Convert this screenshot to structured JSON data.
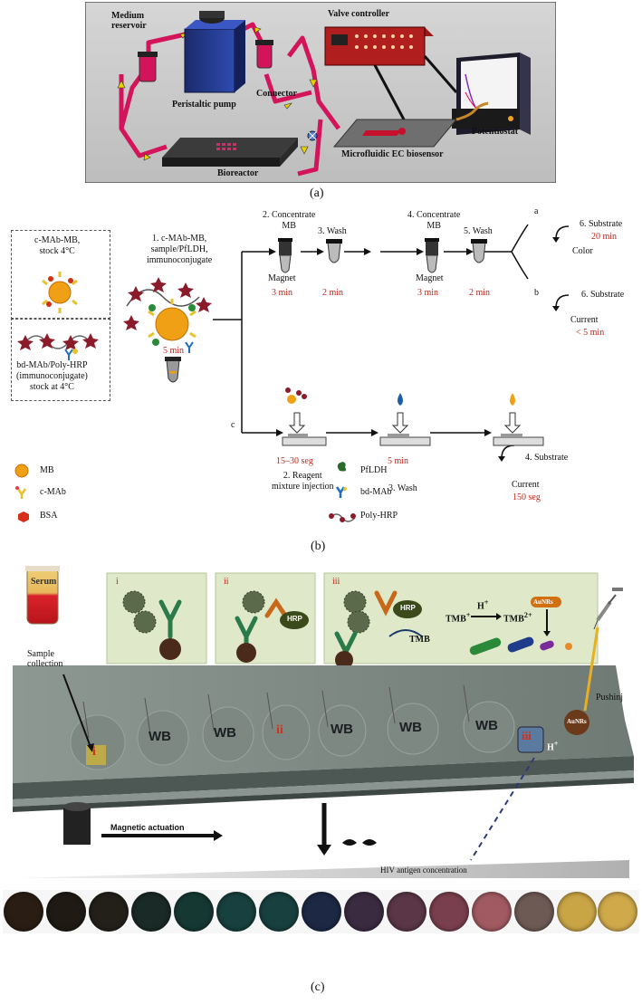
{
  "panel_a": {
    "label": "(a)",
    "medium_reservoir": "Medium\nreservoir",
    "peristaltic_pump": "Peristaltic pump",
    "connector": "Connector",
    "valve_controller": "Valve controller",
    "potentiostat": "Potentiostat",
    "biosensor": "Microfluidic EC biosensor",
    "bioreactor": "Bioreactor"
  },
  "panel_b": {
    "label": "(b)",
    "stock_top": "c-MAb-MB,\nstock 4°C",
    "stock_bottom": "bd-MAb/Poly-HRP\n(immunoconjugate)\nstock at 4°C",
    "step1": "1. c-MAb-MB,\nsample/PfLDH,\nimmunoconjugate",
    "step1_time": "5 min",
    "step2": "2. Concentrate\nMB",
    "step2_time": "3 min",
    "magnet1": "Magnet",
    "step3": "3. Wash",
    "step3_time": "2 min",
    "step4": "4. Concentrate\nMB",
    "step4_time": "3 min",
    "magnet2": "Magnet",
    "step5": "5. Wash",
    "step5_time": "2 min",
    "branch_a": "a",
    "branch_b": "b",
    "branch_c": "c",
    "step6a": "6. Substrate",
    "step6a_time": "20 min",
    "color": "Color",
    "step6b": "6. Substrate",
    "current_b": "Current",
    "current_b_time": "< 5 min",
    "c_step2_time": "15–30 seg",
    "c_step2": "2. Reagent\nmixture injection",
    "c_step3_time": "5 min",
    "c_step3": "3. Wash",
    "c_step4": "4. Substrate",
    "c_current": "Current",
    "c_current_time": "150 seg",
    "legend": [
      {
        "name": "MB",
        "icon": "mb-icon"
      },
      {
        "name": "c-MAb",
        "icon": "c-mab-icon"
      },
      {
        "name": "BSA",
        "icon": "bsa-icon"
      },
      {
        "name": "PfLDH",
        "icon": "pfldh-icon"
      },
      {
        "name": "bd-MAb",
        "icon": "bd-mab-icon"
      },
      {
        "name": "Poly-HRP",
        "icon": "poly-hrp-icon"
      }
    ]
  },
  "panel_c": {
    "label": "(c)",
    "serum": "Serum",
    "sample_collection": "Sample\ncollection",
    "step_i": "i",
    "step_ii": "ii",
    "step_iii": "iii",
    "hrp1": "HRP",
    "hrp2": "HRP",
    "tmb": "TMB",
    "tmb_plus": "TMB",
    "h_plus": "H",
    "tmb_2plus": "TMB",
    "aunrs": "AuNRs",
    "wb1": "WB",
    "wb2": "WB",
    "wb3": "WB",
    "wb4": "WB",
    "wb5": "WB",
    "chip_i": "i",
    "chip_ii": "ii",
    "chip_iii": "iii",
    "aunrs_chip": "AuNRs",
    "h_plus_chip": "H",
    "pushinj": "Pushinj",
    "magnetic_actuation": "Magnetic actuation",
    "hiv": "HIV antigen concentration",
    "swatches": [
      "#2a1e14",
      "#1f1a14",
      "#23201a",
      "#1a2a26",
      "#163833",
      "#17403e",
      "#18403f",
      "#1d2844",
      "#3a2b40",
      "#5a3646",
      "#7a3f4e",
      "#a15a62",
      "#6e5a55",
      "#c9a545",
      "#cfa94a"
    ]
  },
  "colors": {
    "tube_pink": "#d4145a",
    "panel_a_bg": "#c9c9c9",
    "green_panel": "#dfe8c9",
    "chip_top": "#8b9590",
    "time_red": "#c0261a"
  }
}
